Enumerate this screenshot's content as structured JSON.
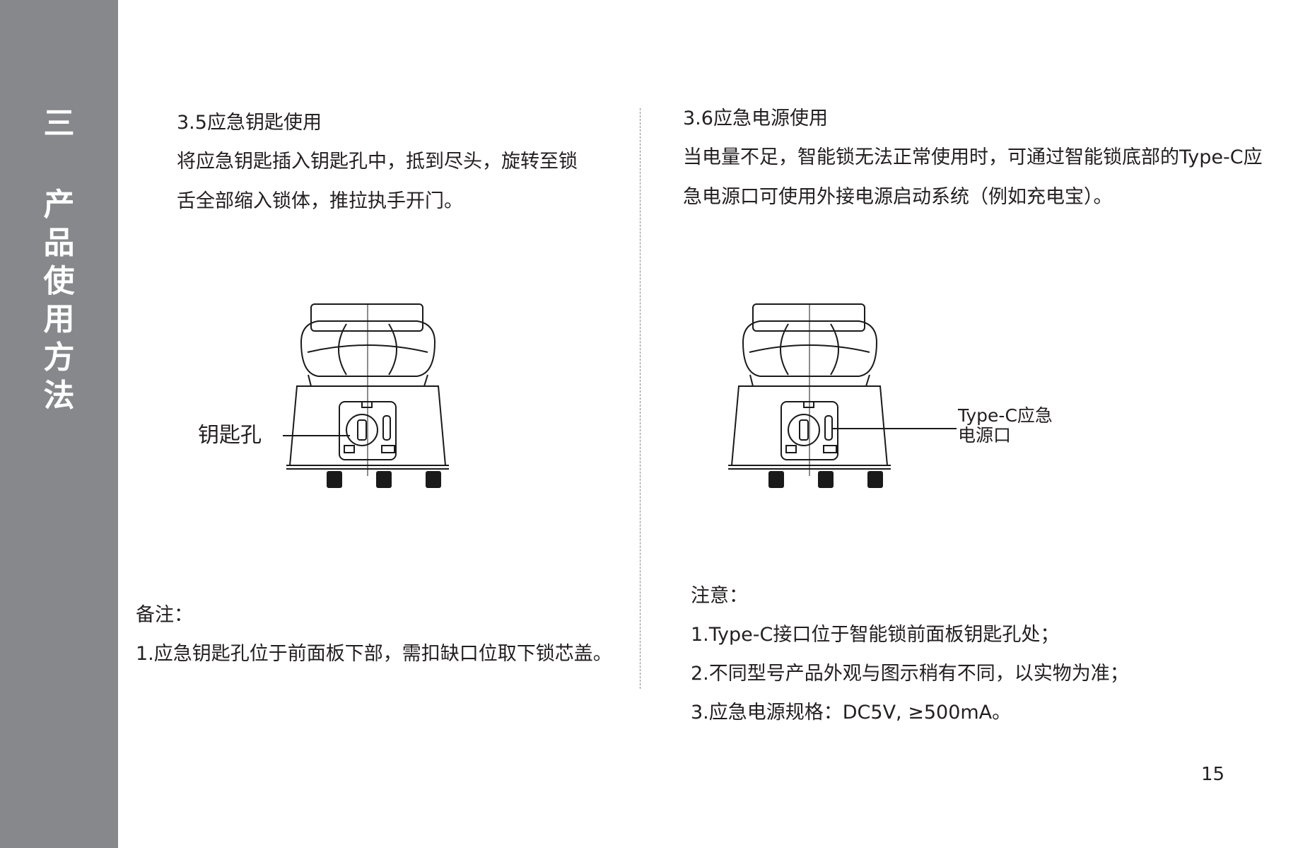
{
  "sidebar": {
    "chapter": "三",
    "title_chars": [
      "产",
      "品",
      "使",
      "用",
      "方",
      "法"
    ]
  },
  "left": {
    "heading": "3.5应急钥匙使用",
    "body_lines": [
      "将应急钥匙插入钥匙孔中，抵到尽头，旋转至锁",
      "舌全部缩入锁体，推拉执手开门。"
    ],
    "callout": "钥匙孔",
    "note_title": "备注：",
    "note_items": [
      "1.应急钥匙孔位于前面板下部，需扣缺口位取下锁芯盖。"
    ]
  },
  "right": {
    "heading": "3.6应急电源使用",
    "body_lines": [
      "当电量不足，智能锁无法正常使用时，可通过智能锁底部的Type-C应",
      "急电源口可使用外接电源启动系统（例如充电宝）。"
    ],
    "callout_lines": [
      "Type-C应急",
      "电源口"
    ],
    "note_title": "注意：",
    "note_items": [
      "1.Type-C接口位于智能锁前面板钥匙孔处；",
      "2.不同型号产品外观与图示稍有不同，以实物为准；",
      "3.应急电源规格：DC5V, ≥500mA。"
    ]
  },
  "page_number": "15",
  "colors": {
    "sidebar": "#87888c",
    "text": "#231f20",
    "line": "#1a1a1a"
  }
}
